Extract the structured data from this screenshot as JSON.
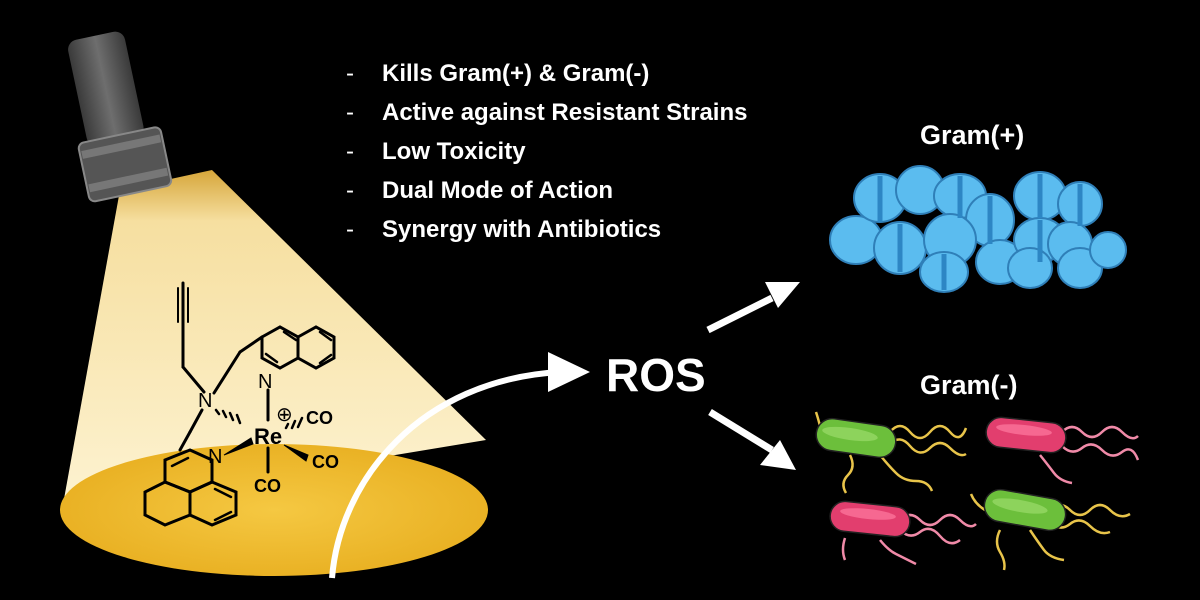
{
  "bullets": [
    {
      "dash": "-",
      "text": "Kills Gram(+) & Gram(-)"
    },
    {
      "dash": "-",
      "text": "Active against Resistant Strains"
    },
    {
      "dash": "-",
      "text": "Low Toxicity"
    },
    {
      "dash": "-",
      "text": "Dual Mode of Action"
    },
    {
      "dash": "-",
      "text": "Synergy with Antibiotics"
    }
  ],
  "ros_label": "ROS",
  "gram_pos_label": "Gram(+)",
  "gram_neg_label": "Gram(-)",
  "molecule": {
    "N_top": "N",
    "N_amine": "N",
    "N_bottom": "N",
    "metal": "Re",
    "charge": "⊕",
    "co_ligands": [
      "CO",
      "CO",
      "CO"
    ]
  },
  "colors": {
    "background": "#000000",
    "light_cone": "#fbe9b0",
    "light_spot": "#f2c13a",
    "gram_pos_cells": "#4fb3ea",
    "gram_neg_green": "#6cbf3b",
    "gram_neg_pink": "#e23e6e",
    "flagella": "#e8c44a",
    "flagella_pink": "#f08aa8"
  }
}
